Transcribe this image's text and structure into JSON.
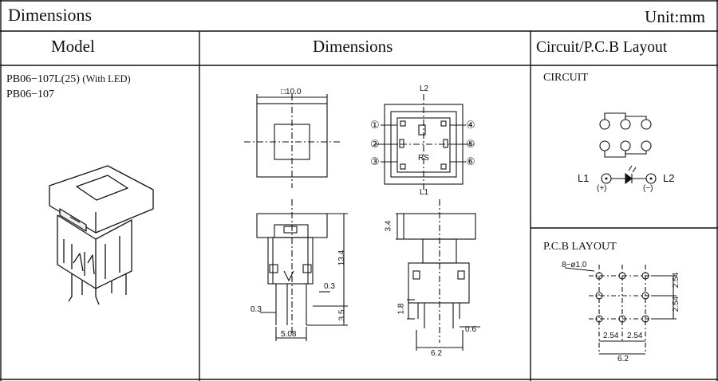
{
  "header": {
    "title": "Dimensions",
    "unit": "Unit:mm"
  },
  "columns": {
    "model": "Model",
    "dimensions": "Dimensions",
    "circuit": "Circuit/P.C.B Layout"
  },
  "model": {
    "line1": "PB06−107L(25)",
    "line1_note": "(With LED)",
    "line2": "PB06−107"
  },
  "circuit": {
    "title": "CIRCUIT",
    "l1": "L1",
    "l2": "L2",
    "plus": "(+)",
    "minus": "(−)"
  },
  "pcb": {
    "title": "P.C.B LAYOUT",
    "holes": "8−ø1.0",
    "pitch_v1": "2.54",
    "pitch_v2": "2.54",
    "pitch_h1": "2.54",
    "pitch_h2": "2.54",
    "width": "6.2"
  },
  "dims": {
    "square": "□10.0",
    "l2": "L2",
    "l1": "L1",
    "rs": "RS",
    "pins": [
      "①",
      "②",
      "③",
      "④",
      "⑤",
      "⑥"
    ],
    "height": "13.4",
    "lower": "3.5",
    "top": "3.4",
    "gap1": "0.3",
    "gap2": "0.3",
    "pin_len": "1.8",
    "pitch": "5.08",
    "pin_w": "0.6",
    "width": "6.2"
  }
}
